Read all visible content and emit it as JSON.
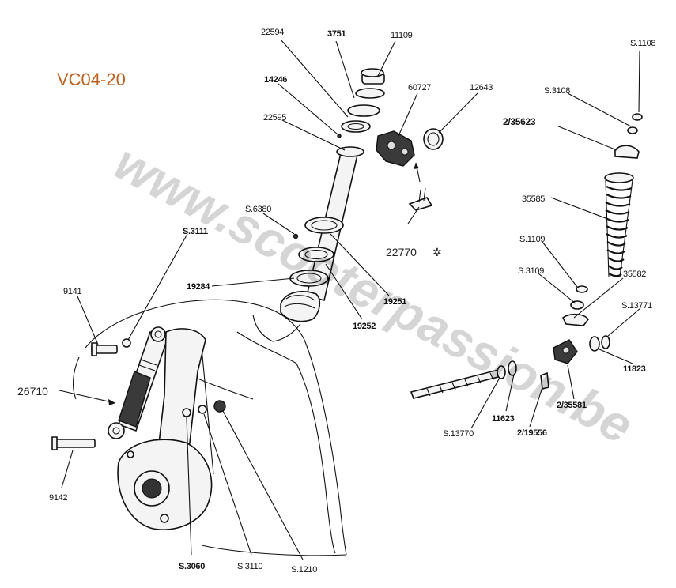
{
  "diagram": {
    "code": "VC04-20",
    "code_color": "#c0601e",
    "watermark": "www.scooterpassion.be",
    "note_symbol": "✲"
  },
  "labels": {
    "p22594": "22594",
    "p3751": "3751",
    "p11109": "11109",
    "p14246": "14246",
    "p22595": "22595",
    "p60727": "60727",
    "p12643": "12643",
    "pS1108": "S.1108",
    "pS3108": "S.3108",
    "p2_35623": "2/35623",
    "p35585": "35585",
    "pS6380": "S.6380",
    "pS3111": "S.3111",
    "p22770": "22770",
    "pS1109": "S.1109",
    "pS3109": "S.3109",
    "p35582": "35582",
    "p9141": "9141",
    "p19284": "19284",
    "p19251": "19251",
    "p19252": "19252",
    "pS13771": "S.13771",
    "p11823": "11823",
    "p26710": "26710",
    "p2_35581": "2/35581",
    "p11623": "11623",
    "p2_19556": "2/19556",
    "pS13770": "S.13770",
    "p9142": "9142",
    "pS3060": "S.3060",
    "pS3110": "S.3110",
    "pS1210": "S.1210"
  }
}
